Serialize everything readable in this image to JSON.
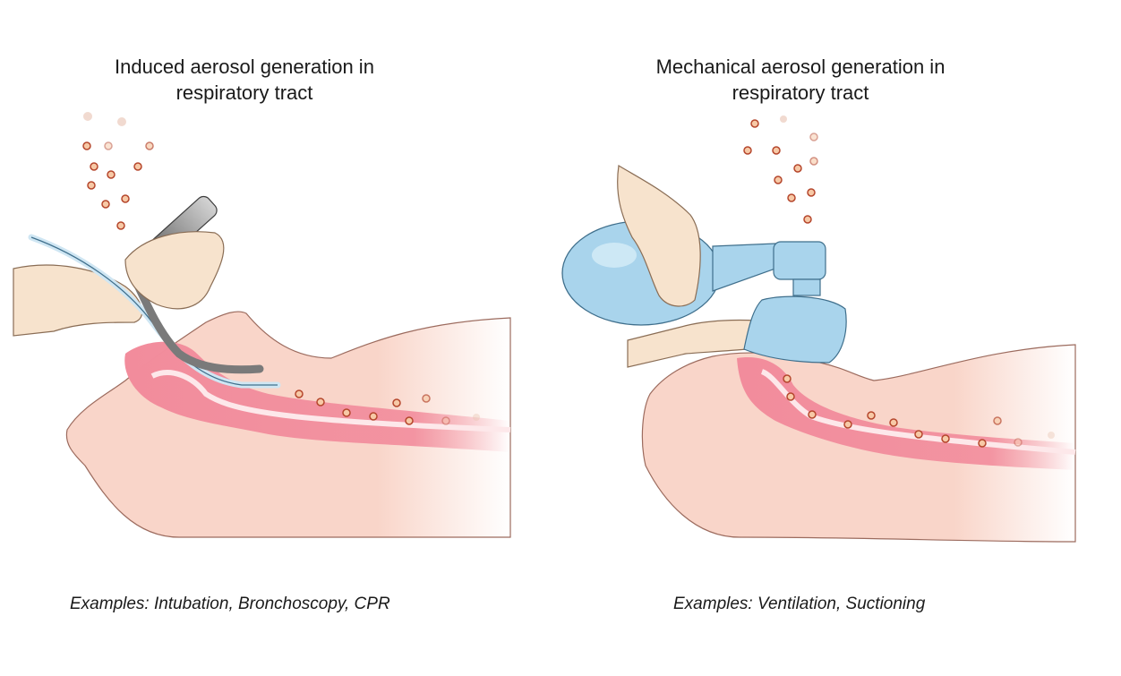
{
  "panels": [
    {
      "title_line1": "Induced aerosol generation in",
      "title_line2": "respiratory tract",
      "examples": "Examples: Intubation, Bronchoscopy, CPR"
    },
    {
      "title_line1": "Mechanical aerosol generation in",
      "title_line2": "respiratory tract",
      "examples": "Examples: Ventilation, Suctioning"
    }
  ],
  "colors": {
    "skin": "#f9d5c9",
    "airway": "#f28c9c",
    "airway_light": "#fbe3e6",
    "hand": "#f7e3cd",
    "bag": "#a9d4ec",
    "bag_outline": "#3f6f8c",
    "laryngoscope": "#8c8c8c",
    "aerosol_fill": "#f7c9a6",
    "aerosol_outline": "#b5462c"
  }
}
